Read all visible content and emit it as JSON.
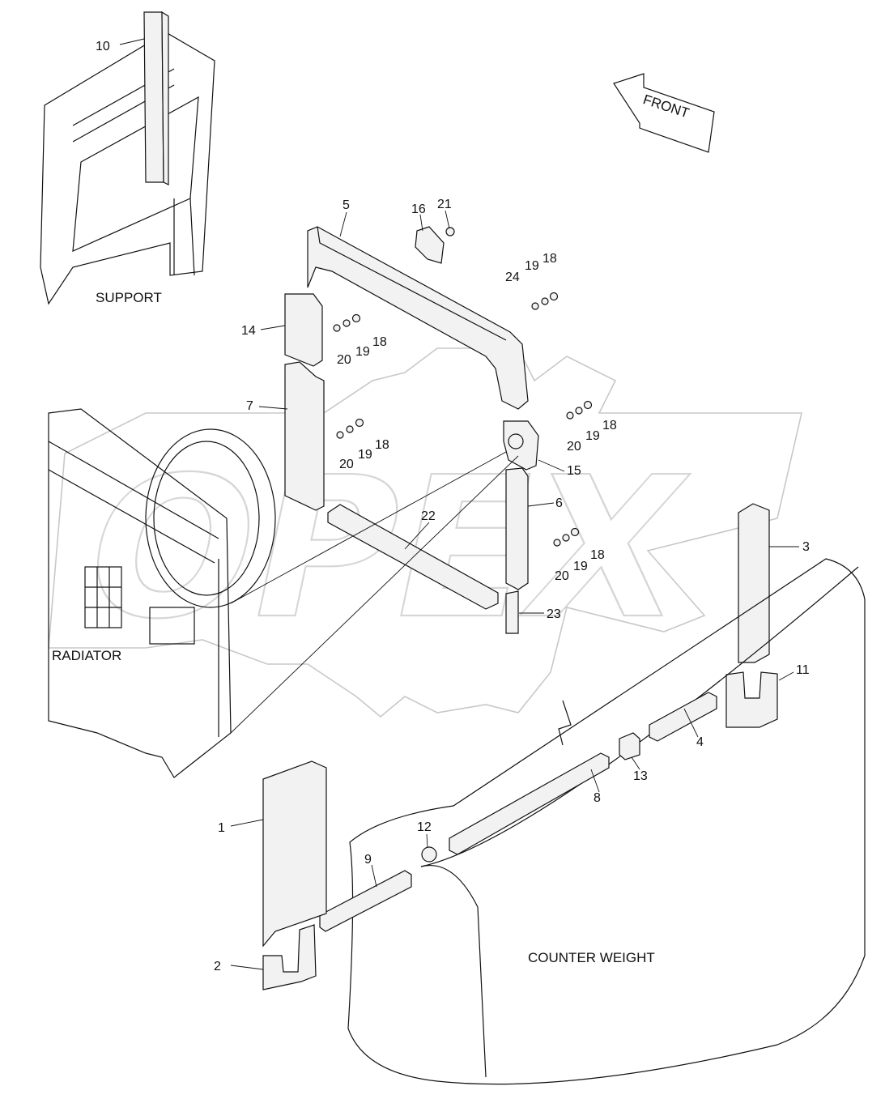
{
  "diagram": {
    "area_labels": {
      "support": "SUPPORT",
      "radiator": "RADIATOR",
      "counter_weight": "COUNTER WEIGHT"
    },
    "direction_label": "FRONT",
    "watermark": "OPEX",
    "callouts": {
      "p1": "1",
      "p2": "2",
      "p3": "3",
      "p4": "4",
      "p5": "5",
      "p6": "6",
      "p7": "7",
      "p8": "8",
      "p9": "9",
      "p10": "10",
      "p11": "11",
      "p12": "12",
      "p13": "13",
      "p14": "14",
      "p15": "15",
      "p16": "16",
      "p21": "21",
      "p22": "22",
      "p23": "23",
      "p24": "24",
      "n18a": "18",
      "n19a": "19",
      "n18b": "18",
      "n19b": "19",
      "n20b": "20",
      "n18c": "18",
      "n19c": "19",
      "n20c": "20",
      "n18d": "18",
      "n19d": "19",
      "n20d": "20",
      "n18e": "18",
      "n19e": "19",
      "n20e": "20"
    }
  }
}
